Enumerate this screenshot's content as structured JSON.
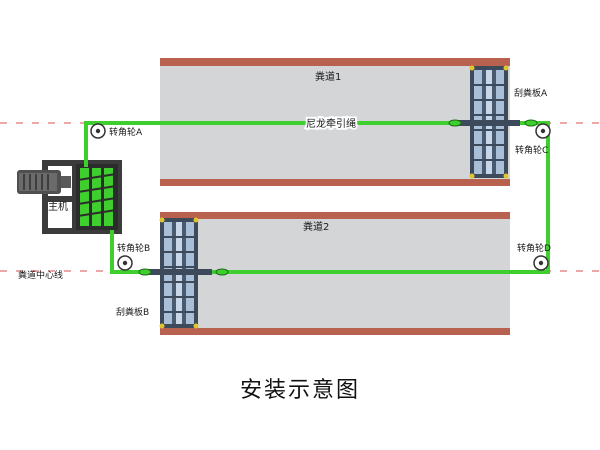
{
  "caption": "安装示意图",
  "channels": {
    "top_label": "粪道1",
    "bottom_label": "粪道2",
    "rope_label": "尼龙牵引绳",
    "centerline_label": "粪道中心线"
  },
  "motor": {
    "label": "主机"
  },
  "scrapers": {
    "a_label": "刮粪板A",
    "b_label": "刮粪板B"
  },
  "pulleys": {
    "a_label": "转角轮A",
    "b_label": "转角轮B",
    "c_label": "转角轮C",
    "d_label": "转角轮D"
  },
  "colors": {
    "rope": "#3ecf2e",
    "channel_fill": "#d4d6d8",
    "channel_edge": "#b8614e",
    "centerline": "#e07f7f",
    "scraper": "#4a5a6e",
    "scraper_inner": "#a8bed6"
  }
}
